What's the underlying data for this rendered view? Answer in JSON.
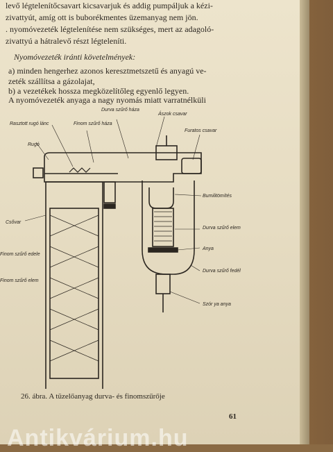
{
  "body_lines": [
    "levő légtelenítőcsavart kicsavarjuk és addig pumpáljuk a kézi-",
    "zivattyút, amíg ott is buborékmentes üzemanyag nem jön.",
    ". nyomóvezeték légtelenítése nem szükséges, mert az adagoló-",
    "zivattyú a hátralevő részt légteleníti."
  ],
  "section_title": "Nyomóvezeték iránti követelmények:",
  "requirements": [
    "a) minden hengerhez azonos keresztmetszetű és anyagú ve-",
    "zeték szállítsa a gázolajat,",
    "b) a vezetékek hossza megközelítőleg egyenlő legyen.",
    "A nyomóvezeték anyaga a nagy nyomás miatt varratnélküli"
  ],
  "figure_labels": {
    "durva_szuro_haza": "Durva szűrő háza",
    "finom_szuro_haza": "Finom szűrő háza",
    "aszak_csavar": "Ászok csavar",
    "rasztott_rugo": "Rasztott rugó lánc",
    "rugo": "Rugó",
    "furatos_csavar": "Furatos csavar",
    "csovar": "Csővar",
    "bumilitomites": "Bumilitömítés",
    "durva_szuro_elem": "Durva szűrő elem",
    "anya": "Anya",
    "finom_szuro_edele": "Finom szűrő edele",
    "finom_szuro_elem": "Finom szűrő elem",
    "durva_szuro_fedel": "Durva szűrő fedél",
    "szoritya_anya": "Szór ya anya"
  },
  "caption": "26. ábra. A tüzelőanyag durva- és finomszűrője",
  "page_number": "61",
  "watermark": "Antikvárium.hu"
}
